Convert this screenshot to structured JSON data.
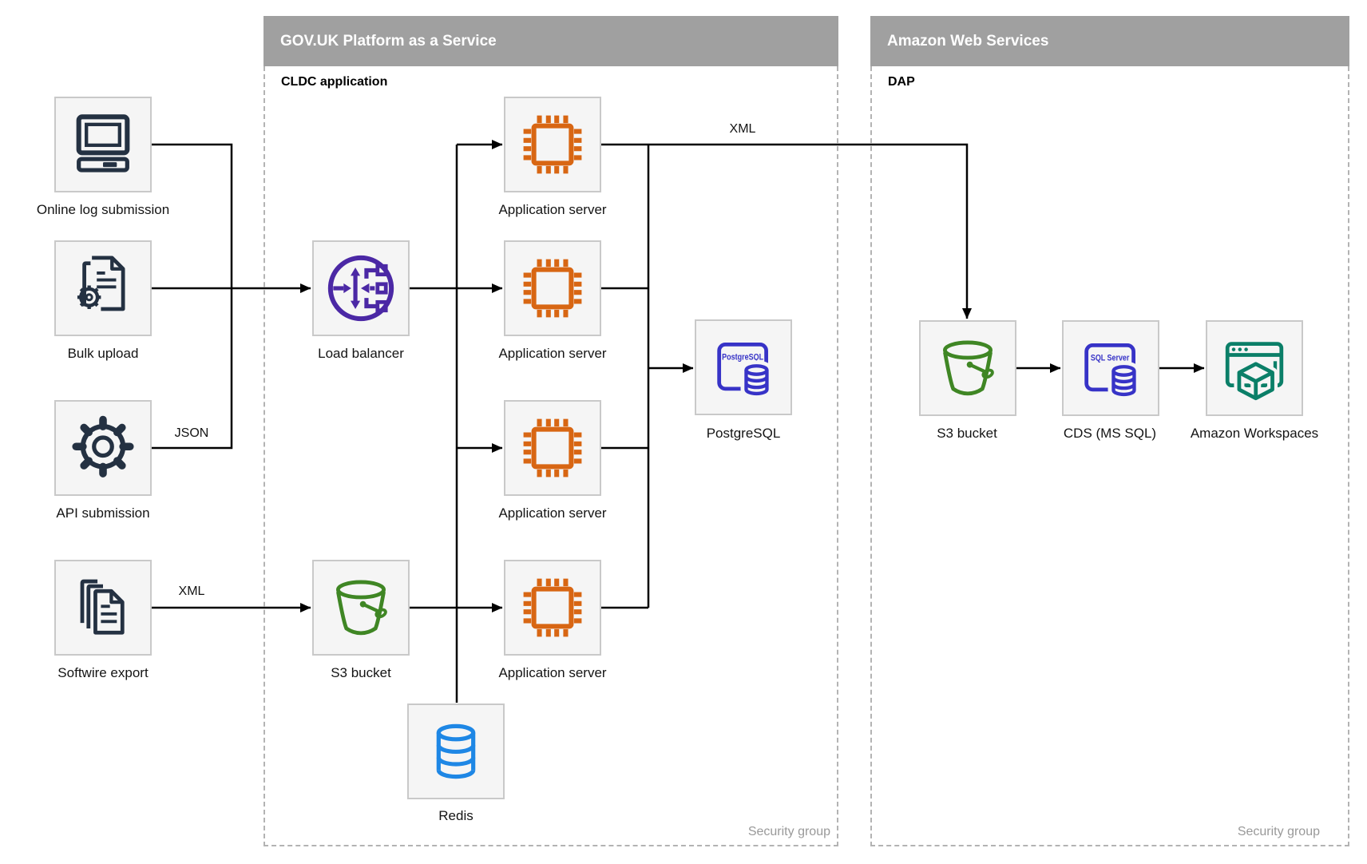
{
  "diagram": {
    "paas": {
      "title": "GOV.UK Platform as a Service",
      "zone": "CLDC application",
      "footer": "Security group"
    },
    "aws": {
      "title": "Amazon Web Services",
      "zone": "DAP",
      "footer": "Security group"
    },
    "nodes": {
      "online_log": {
        "label": "Online log submission"
      },
      "bulk_upload": {
        "label": "Bulk upload"
      },
      "api_submission": {
        "label": "API submission"
      },
      "softwire_export": {
        "label": "Softwire export"
      },
      "load_balancer": {
        "label": "Load balancer"
      },
      "app_server_1": {
        "label": "Application server"
      },
      "app_server_2": {
        "label": "Application server"
      },
      "app_server_3": {
        "label": "Application server"
      },
      "app_server_4": {
        "label": "Application server"
      },
      "postgresql": {
        "label": "PostgreSQL",
        "icon_text": "PostgreSQL"
      },
      "s3_paas": {
        "label": "S3 bucket"
      },
      "redis": {
        "label": "Redis"
      },
      "s3_aws": {
        "label": "S3 bucket"
      },
      "cds": {
        "label": "CDS (MS SQL)",
        "icon_text": "SQL Server"
      },
      "workspaces": {
        "label": "Amazon Workspaces"
      }
    },
    "edge_labels": {
      "json": "JSON",
      "xml_softwire": "XML",
      "xml_to_aws": "XML"
    }
  },
  "colors": {
    "header_gray": "#a0a0a0",
    "dashed": "#b3b3b3",
    "sg_text": "#999999",
    "label": "#141414",
    "box_bg": "#f5f5f5",
    "box_border": "#c9c9c9",
    "navy": "#243142",
    "orange": "#d86613",
    "purple": "#4b28a5",
    "green": "#3f8624",
    "indigo": "#3733c7",
    "redis_blue": "#1e87e5",
    "teal": "#0b7f68"
  }
}
